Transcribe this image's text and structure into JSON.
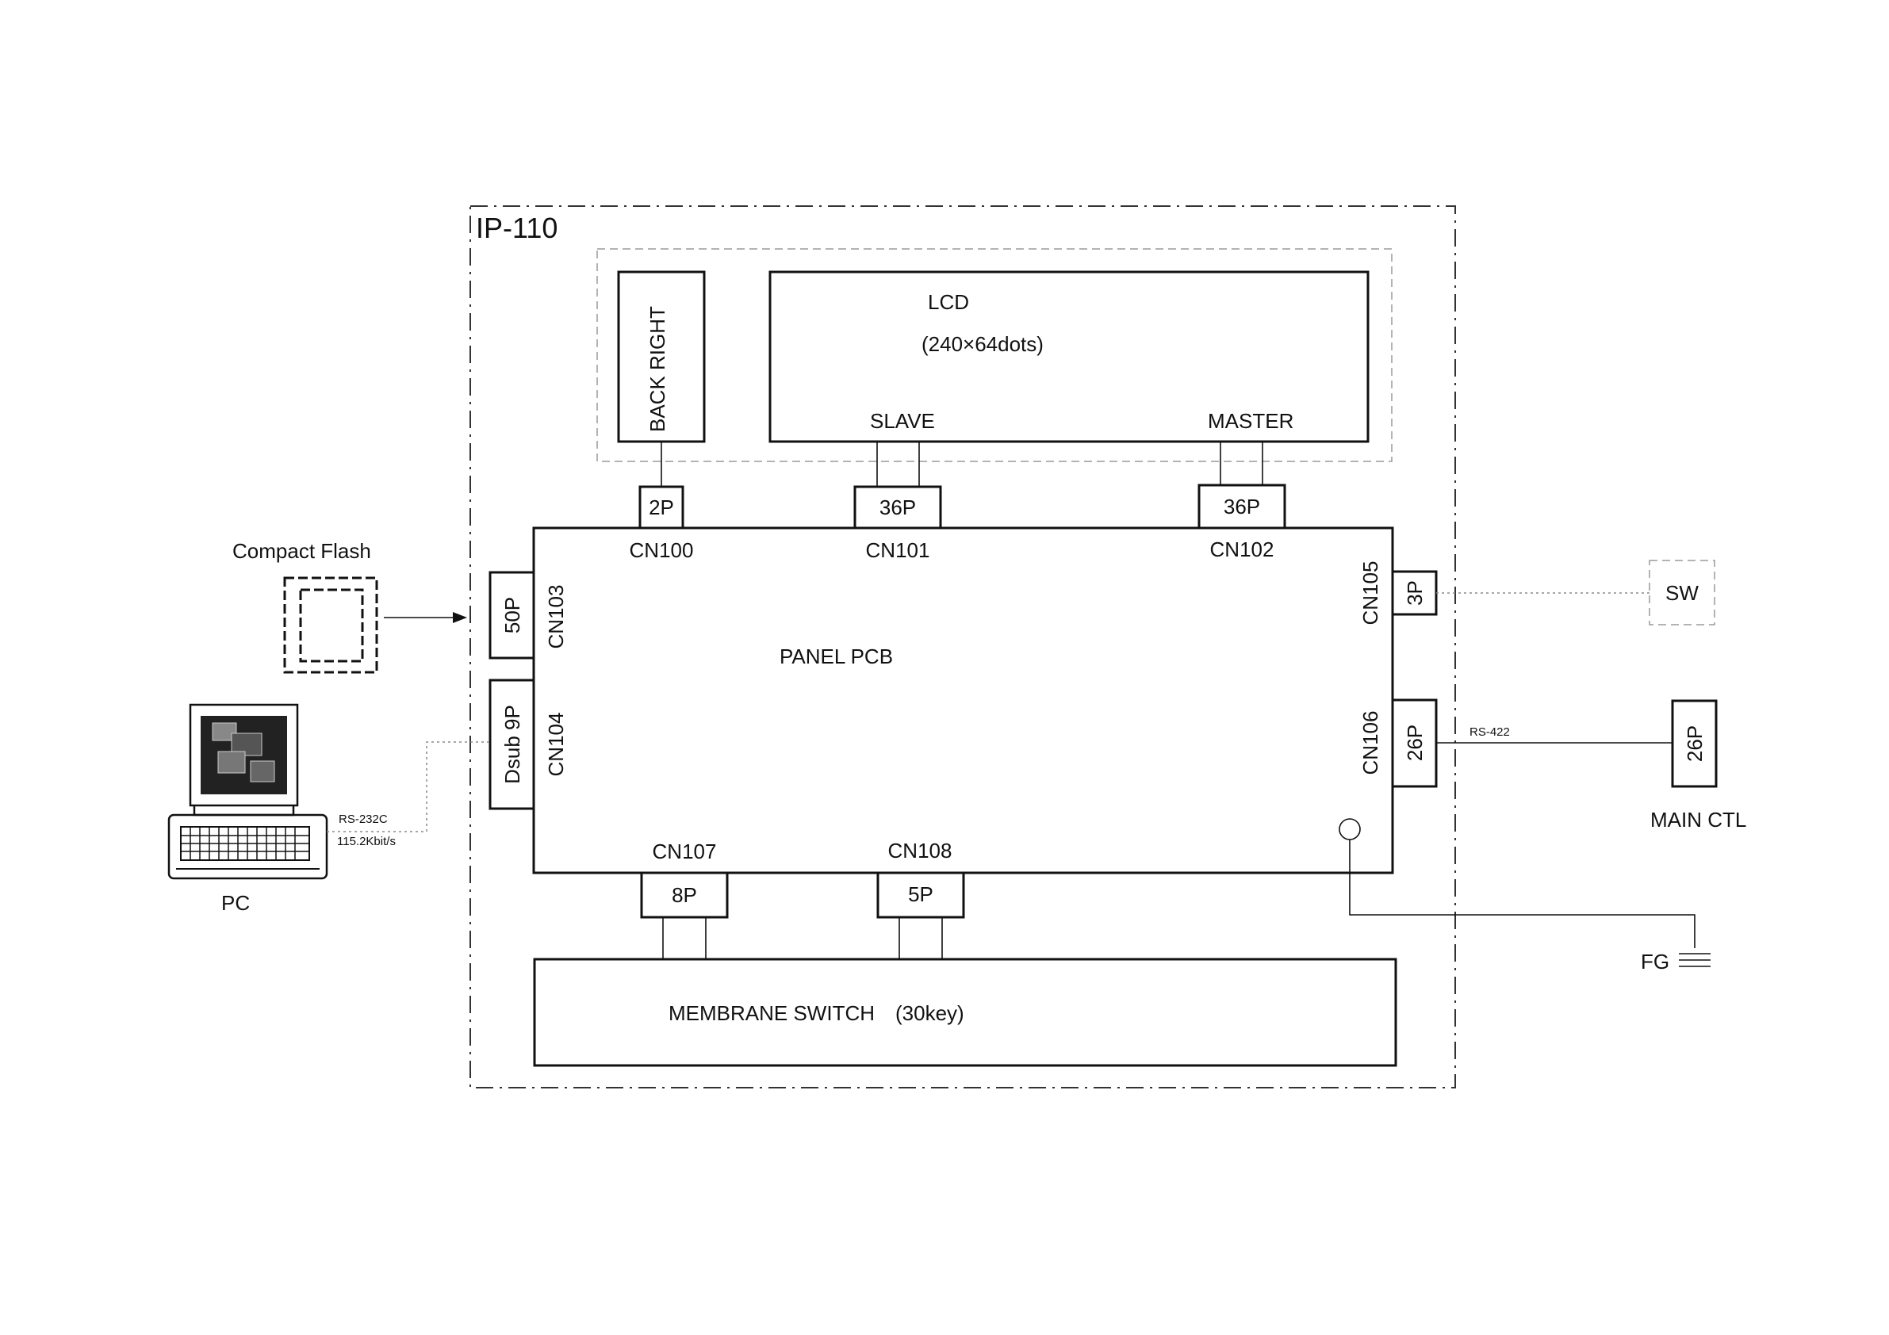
{
  "diagram": {
    "enclosure_title": "IP-110",
    "lcd": {
      "title": "LCD",
      "resolution": "(240×64dots)",
      "slave_label": "SLAVE",
      "master_label": "MASTER"
    },
    "backlight_label": "BACK RIGHT",
    "panel_pcb_label": "PANEL PCB",
    "membrane_label": "MEMBRANE SWITCH　(30key)",
    "connectors": {
      "cn100": {
        "name": "CN100",
        "pins": "2P"
      },
      "cn101": {
        "name": "CN101",
        "pins": "36P"
      },
      "cn102": {
        "name": "CN102",
        "pins": "36P"
      },
      "cn103": {
        "name": "CN103",
        "pins": "50P"
      },
      "cn104": {
        "name": "CN104",
        "pins": "Dsub 9P"
      },
      "cn105": {
        "name": "CN105",
        "pins": "3P"
      },
      "cn106": {
        "name": "CN106",
        "pins": "26P"
      },
      "cn107": {
        "name": "CN107",
        "pins": "8P"
      },
      "cn108": {
        "name": "CN108",
        "pins": "5P"
      }
    },
    "compact_flash_label": "Compact Flash",
    "pc": {
      "label": "PC",
      "interface": "RS-232C",
      "speed": "115.2Kbit/s"
    },
    "sw_label": "SW",
    "main_ctl": {
      "label": "MAIN CTL",
      "pins": "26P",
      "interface": "RS-422"
    },
    "fg_label": "FG"
  }
}
